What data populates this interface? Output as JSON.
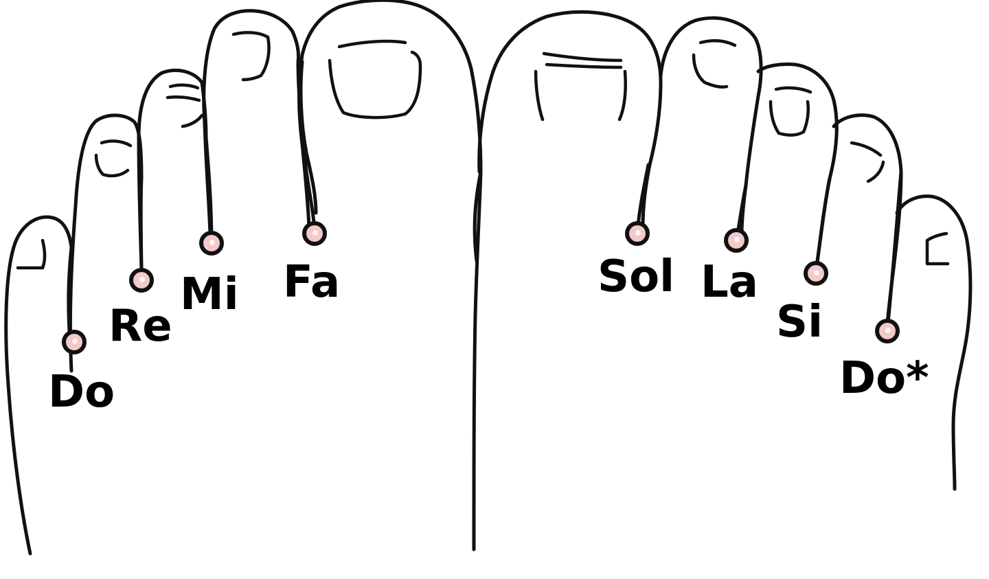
{
  "colors": {
    "outline": "#111111",
    "point_fill": "#f3c9c9",
    "point_highlight": "#ffffff",
    "label": "#000000",
    "background": "#ffffff"
  },
  "notes": [
    {
      "label": "Do"
    },
    {
      "label": "Re"
    },
    {
      "label": "Mi"
    },
    {
      "label": "Fa"
    },
    {
      "label": "Sol"
    },
    {
      "label": "La"
    },
    {
      "label": "Si"
    },
    {
      "label": "Do*"
    }
  ]
}
